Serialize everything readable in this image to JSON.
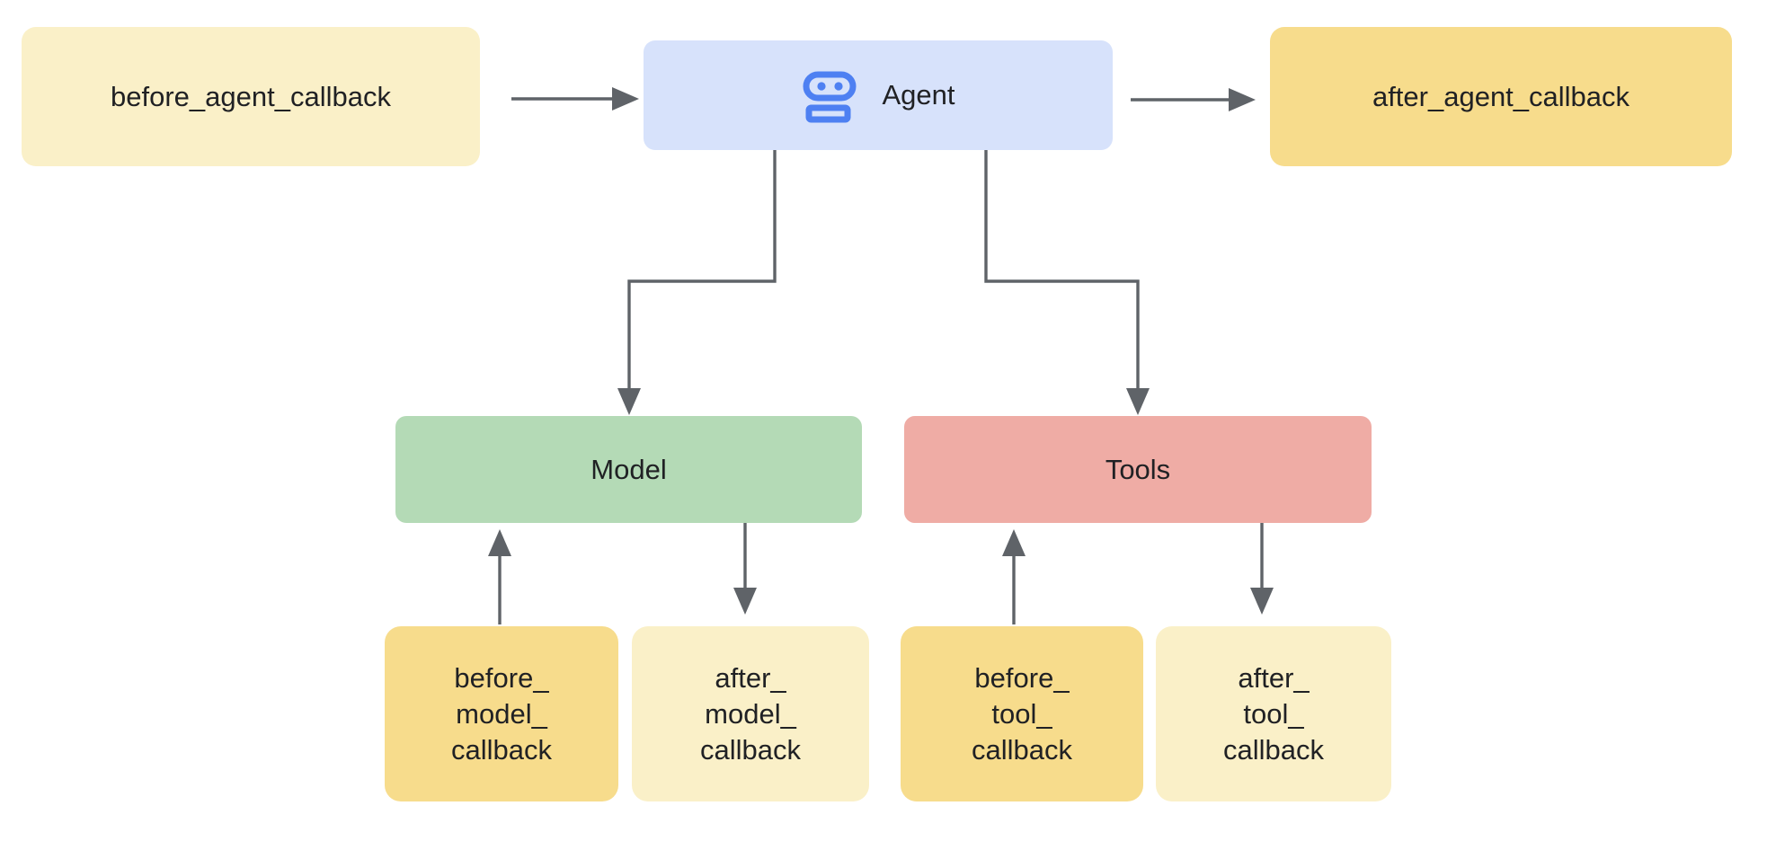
{
  "palette": {
    "background": "#FFFFFF",
    "light_yellow_fill": "#FAF0C8",
    "dark_yellow_fill": "#F7DC8C",
    "agent_blue_fill": "#D7E2FB",
    "robot_icon_blue": "#4E80F2",
    "model_green_fill": "#B4DAB6",
    "tools_red_fill": "#EFACA5",
    "arrow_gray": "#5F6368",
    "text_color": "#202124"
  },
  "nodes": {
    "before_agent": {
      "label": "before_agent_callback"
    },
    "agent": {
      "label": "Agent",
      "icon": "robot-icon"
    },
    "after_agent": {
      "label": "after_agent_callback"
    },
    "model": {
      "label": "Model"
    },
    "tools": {
      "label": "Tools"
    },
    "before_model": {
      "lines": [
        "before_",
        "model_",
        "callback"
      ]
    },
    "after_model": {
      "lines": [
        "after_",
        "model_",
        "callback"
      ]
    },
    "before_tool": {
      "lines": [
        "before_",
        "tool_",
        "callback"
      ]
    },
    "after_tool": {
      "lines": [
        "after_",
        "tool_",
        "callback"
      ]
    }
  },
  "edges": [
    {
      "from": "before_agent_callback",
      "to": "Agent"
    },
    {
      "from": "Agent",
      "to": "after_agent_callback"
    },
    {
      "from": "Agent",
      "to": "Model"
    },
    {
      "from": "Agent",
      "to": "Tools"
    },
    {
      "from": "before_model_callback",
      "to": "Model"
    },
    {
      "from": "Model",
      "to": "after_model_callback"
    },
    {
      "from": "before_tool_callback",
      "to": "Tools"
    },
    {
      "from": "Tools",
      "to": "after_tool_callback"
    }
  ]
}
